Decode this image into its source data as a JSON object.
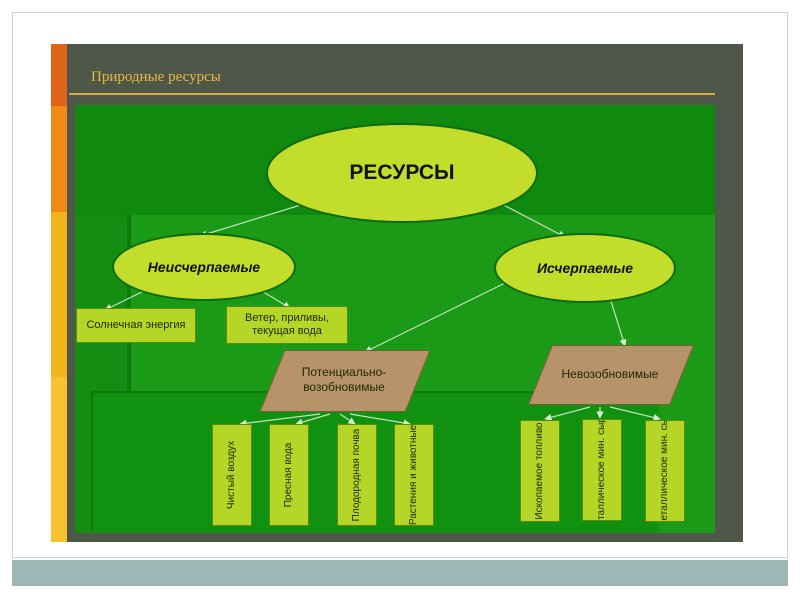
{
  "slide": {
    "title": "Природные ресурсы"
  },
  "diagram": {
    "root": "РЕСУРСЫ",
    "inexhaustible": {
      "label": "Неисчерпаемые",
      "children": [
        "Солнечная энергия",
        "Ветер, приливы, текущая вода"
      ]
    },
    "exhaustible": {
      "label": "Исчерпаемые",
      "renewable": {
        "label": "Потенциально-возобновимые",
        "children": [
          "Чистый воздух",
          "Пресная вода",
          "Плодородная почва",
          "Растения и животные"
        ]
      },
      "nonrenewable": {
        "label": "Невозобновимые",
        "children": [
          "Ископаемое топливо",
          "Металлическое мин. сырье",
          "Неметаллическое мин. сырье"
        ]
      }
    }
  },
  "colors": {
    "ellipse_fill": "#c2dd2a",
    "box_fill": "#b6d627",
    "parallelogram_fill": "#b69368",
    "panel_green": "#138d12",
    "title_color": "#e8b93c"
  }
}
